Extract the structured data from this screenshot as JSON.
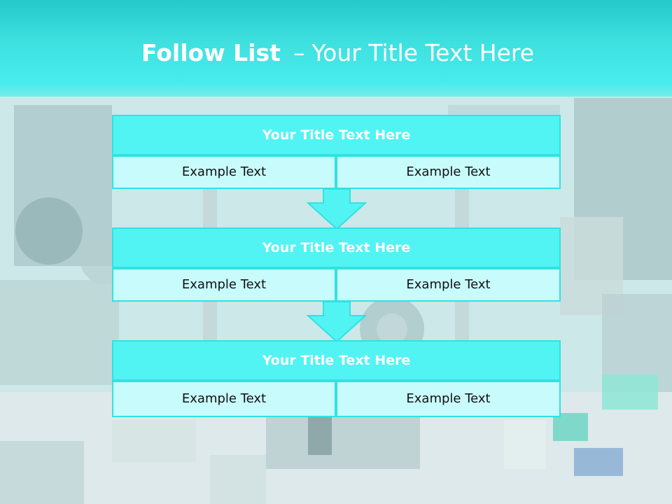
{
  "header": {
    "title_bold": "Follow List",
    "title_dash": "–",
    "title_rest": "Your Title Text Here"
  },
  "blocks": [
    {
      "title": "Your Title Text Here",
      "left": "Example Text",
      "right": "Example Text"
    },
    {
      "title": "Your Title Text Here",
      "left": "Example Text",
      "right": "Example Text"
    },
    {
      "title": "Your Title Text Here",
      "left": "Example Text",
      "right": "Example Text"
    }
  ],
  "colors": {
    "header_band": "#3fe0e0",
    "title_bar": "#52f3f3",
    "cell_fill": "#c8fbfb",
    "border": "#2ee3e3",
    "arrow": "#52f3f3"
  }
}
